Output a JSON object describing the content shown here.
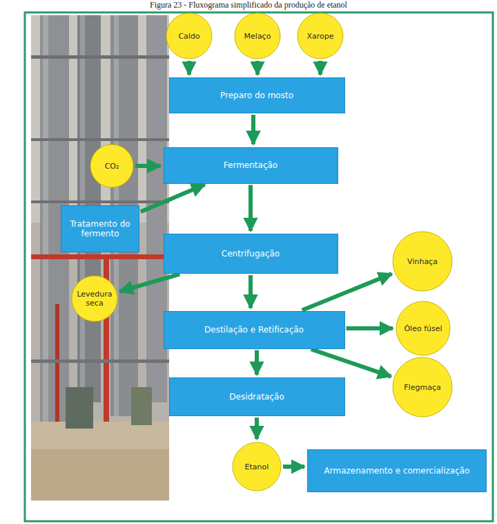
{
  "diagram": {
    "title": "Figura 23 - Fluxograma simplificado da produção de etanol",
    "nodes": [
      {
        "text": [
          "Caldo"
        ]
      },
      {
        "text": [
          "Melaço"
        ]
      },
      {
        "text": [
          "Xarope"
        ]
      },
      {
        "text": [
          "Preparo do mosto"
        ]
      },
      {
        "text": [
          "CO₂"
        ]
      },
      {
        "text": [
          "Fermentação"
        ]
      },
      {
        "text": [
          "Tratamento do fermento"
        ]
      },
      {
        "text": [
          "Centrifugação"
        ]
      },
      {
        "text": [
          "Levedura seca"
        ]
      },
      {
        "text": [
          "Destilação e Retificação"
        ]
      },
      {
        "text": [
          "Vinhaça"
        ]
      },
      {
        "text": [
          "Óleo fúsel"
        ]
      },
      {
        "text": [
          "Flegmaça"
        ]
      },
      {
        "text": [
          "Desidratação"
        ]
      },
      {
        "text": [
          "Etanol"
        ]
      },
      {
        "text": [
          "Armazenamento e comercialização"
        ]
      }
    ],
    "edges": [
      {
        "from": 0,
        "to": 3,
        "arrow": "to"
      },
      {
        "from": 1,
        "to": 3,
        "arrow": "to"
      },
      {
        "from": 2,
        "to": 3,
        "arrow": "to"
      },
      {
        "from": 3,
        "to": 5,
        "arrow": "to"
      },
      {
        "from": 4,
        "to": 5,
        "arrow": "to"
      },
      {
        "from": 6,
        "to": 5,
        "arrow": "to"
      },
      {
        "from": 5,
        "to": 7,
        "arrow": "to"
      },
      {
        "from": 7,
        "to": 8,
        "arrow": "to"
      },
      {
        "from": 7,
        "to": 9,
        "arrow": "to"
      },
      {
        "from": 9,
        "to": 10,
        "arrow": "to"
      },
      {
        "from": 9,
        "to": 11,
        "arrow": "to"
      },
      {
        "from": 9,
        "to": 12,
        "arrow": "to"
      },
      {
        "from": 9,
        "to": 13,
        "arrow": "to"
      },
      {
        "from": 13,
        "to": 14,
        "arrow": "to"
      },
      {
        "from": 14,
        "to": 15,
        "arrow": "to"
      }
    ]
  }
}
